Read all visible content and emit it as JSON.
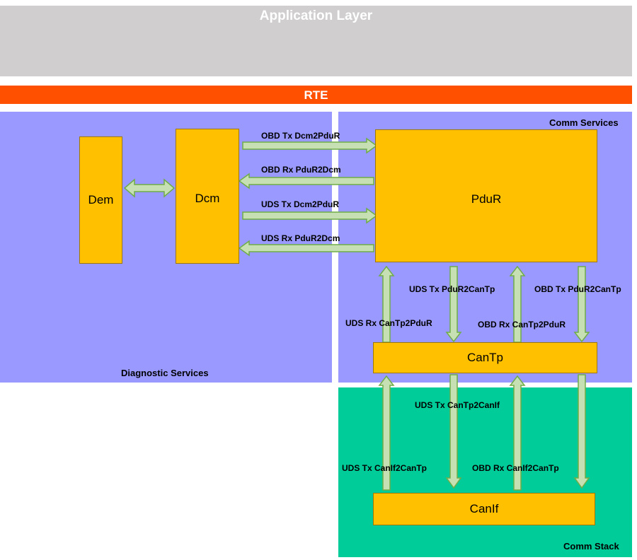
{
  "layers": {
    "application": "Application Layer",
    "rte": "RTE"
  },
  "regions": {
    "diagnostic": "Diagnostic Services",
    "comm_services": "Comm Services",
    "comm_stack": "Comm Stack"
  },
  "modules": {
    "dem": "Dem",
    "dcm": "Dcm",
    "pdur": "PduR",
    "cantp": "CanTp",
    "canif": "CanIf"
  },
  "flows": {
    "obd_tx_dcm2pdur": "OBD Tx Dcm2PduR",
    "obd_rx_pdur2dcm": "OBD Rx PduR2Dcm",
    "uds_tx_dcm2pdur": "UDS Tx Dcm2PduR",
    "uds_rx_pdur2dcm": "UDS Rx PduR2Dcm",
    "uds_tx_pdur2cantp": "UDS Tx PduR2CanTp",
    "obd_tx_pdur2cantp": "OBD Tx PduR2CanTp",
    "uds_rx_cantp2pdur": "UDS Rx CanTp2PduR",
    "obd_rx_cantp2pdur": "OBD Rx CanTp2PduR",
    "uds_tx_cantp2canif": "UDS Tx CanTp2CanIf",
    "uds_tx_canif2cantp": "UDS Tx CanIf2CanTp",
    "obd_rx_canif2cantp": "OBD Rx CanIf2CanTp"
  },
  "colors": {
    "application": "#d0cece",
    "rte": "#ff5000",
    "services": "#9999ff",
    "stack": "#00cc99",
    "module": "#ffc000",
    "arrow_fill": "#c6e0b4",
    "arrow_stroke": "#70ad47"
  }
}
